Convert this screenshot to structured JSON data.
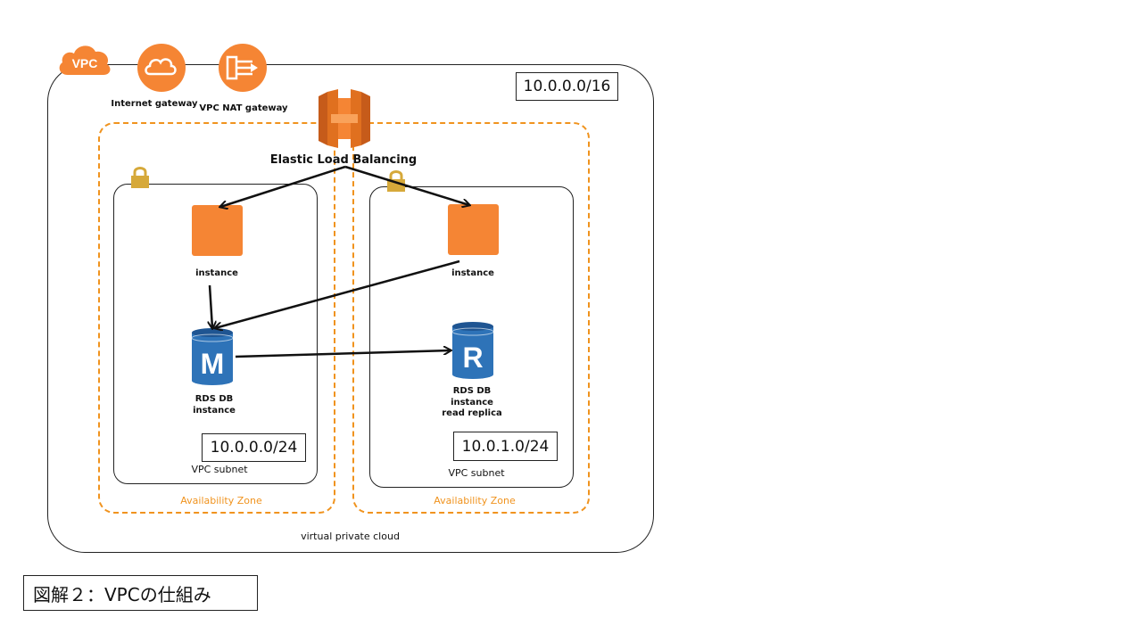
{
  "vpc": {
    "badge": "VPC",
    "cidr": "10.0.0.0/16",
    "label": "virtual private cloud"
  },
  "gateways": {
    "internet": "Internet gateway",
    "nat": "VPC NAT gateway"
  },
  "elb": {
    "label": "Elastic Load Balancing"
  },
  "zones": [
    {
      "label": "Availability Zone",
      "subnet": {
        "label": "VPC subnet",
        "cidr": "10.0.0.0/24"
      },
      "instance": "instance",
      "db": {
        "letter": "M",
        "line1": "RDS DB",
        "line2": "instance"
      }
    },
    {
      "label": "Availability Zone",
      "subnet": {
        "label": "VPC subnet",
        "cidr": "10.0.1.0/24"
      },
      "instance": "instance",
      "db": {
        "letter": "R",
        "line1": "RDS DB",
        "line2": "instance",
        "line3": "read replica"
      }
    }
  ],
  "caption": "図解２：VPCの仕組み",
  "colors": {
    "aws_orange": "#f58534",
    "az_dash": "#f0931e",
    "rds_blue": "#2e73b8",
    "lock": "#d6a93a"
  }
}
